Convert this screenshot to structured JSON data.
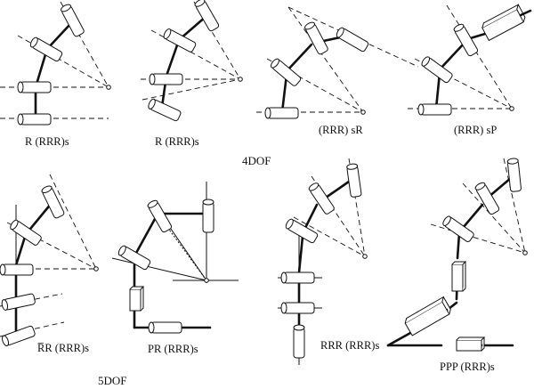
{
  "diagrams": [
    {
      "label": "R (RRR)s"
    },
    {
      "label": "R (RRR)s"
    },
    {
      "label": "(RRR) sR"
    },
    {
      "label": "(RRR) sP"
    },
    {
      "label": "R̅R (RRR)s"
    },
    {
      "label": "PR (RRR)s"
    },
    {
      "label": "RRR (RRR)s"
    },
    {
      "label": "PPP (RRR)s"
    }
  ],
  "groups": {
    "dof4": "4DOF",
    "dof5": "5DOF"
  },
  "colors": {
    "line": "#111111",
    "background": "#ffffff"
  }
}
